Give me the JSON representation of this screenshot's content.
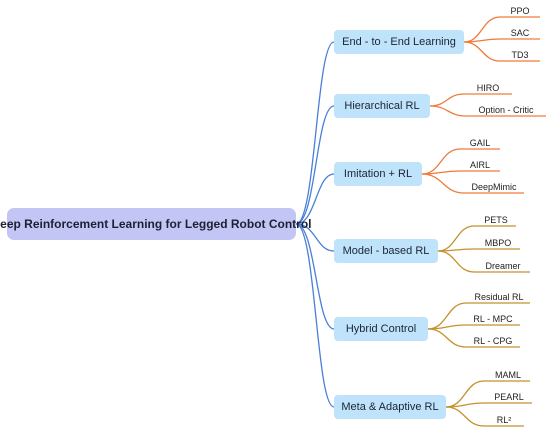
{
  "root": {
    "label": "Deep Reinforcement Learning for Legged Robot Control"
  },
  "colors": {
    "root_fill": "#c3c6f5",
    "branch_fill": "#bfe3fb",
    "branch_link": "#4a7fd8",
    "leaf_link_orange": "#f07a3c",
    "leaf_link_gold": "#c4922e"
  },
  "branches": [
    {
      "label": "End - to - End Learning",
      "leaves": [
        "PPO",
        "SAC",
        "TD3"
      ]
    },
    {
      "label": "Hierarchical RL",
      "leaves": [
        "HIRO",
        "Option - Critic"
      ]
    },
    {
      "label": "Imitation + RL",
      "leaves": [
        "GAIL",
        "AIRL",
        "DeepMimic"
      ]
    },
    {
      "label": "Model - based RL",
      "leaves": [
        "PETS",
        "MBPO",
        "Dreamer"
      ]
    },
    {
      "label": "Hybrid Control",
      "leaves": [
        "Residual RL",
        "RL - MPC",
        "RL - CPG"
      ]
    },
    {
      "label": "Meta & Adaptive RL",
      "leaves": [
        "MAML",
        "PEARL",
        "RL²"
      ]
    }
  ]
}
